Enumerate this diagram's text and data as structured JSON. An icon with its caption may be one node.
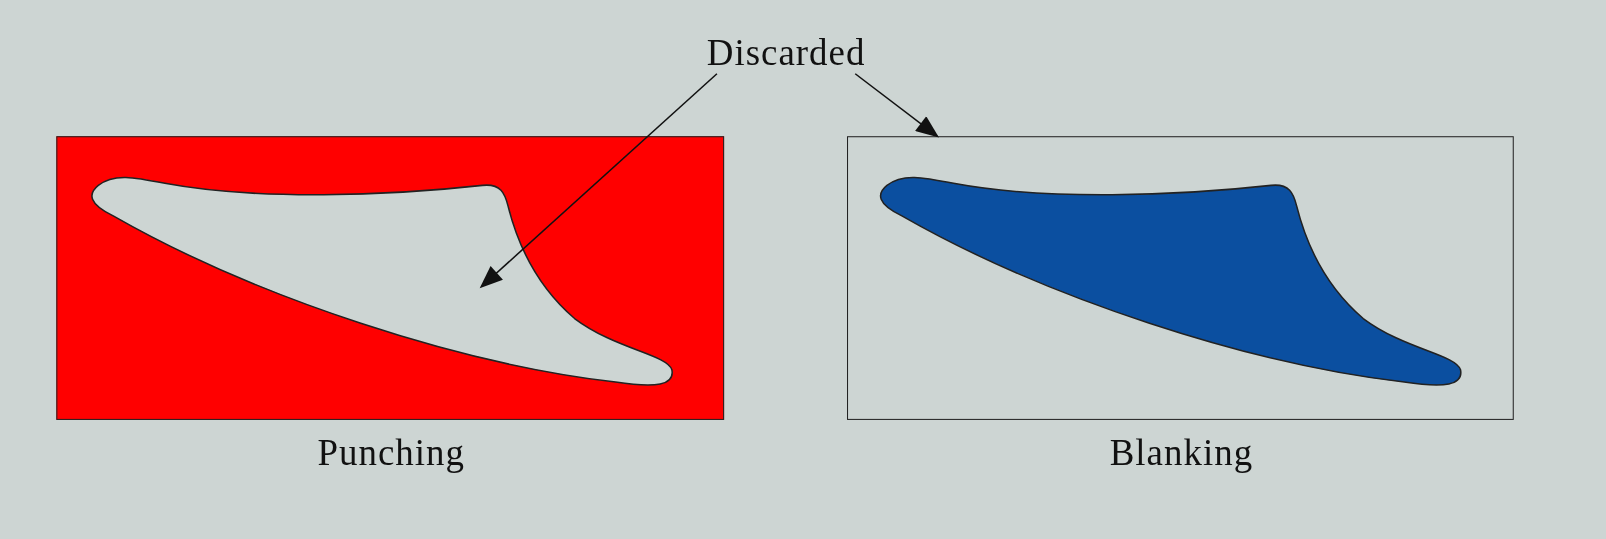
{
  "diagram": {
    "nodes": [
      {
        "text": [
          "Discarded"
        ]
      },
      {
        "text": [
          "Punching"
        ]
      },
      {
        "text": [],
        "shape": "picture",
        "in": 1
      },
      {
        "text": [
          "Blanking"
        ]
      },
      {
        "text": [],
        "shape": "picture",
        "in": 3
      }
    ],
    "edges": [
      {
        "from": 0,
        "to": 2,
        "arrow": "to"
      },
      {
        "from": 0,
        "to": 3,
        "arrow": "to"
      }
    ]
  }
}
